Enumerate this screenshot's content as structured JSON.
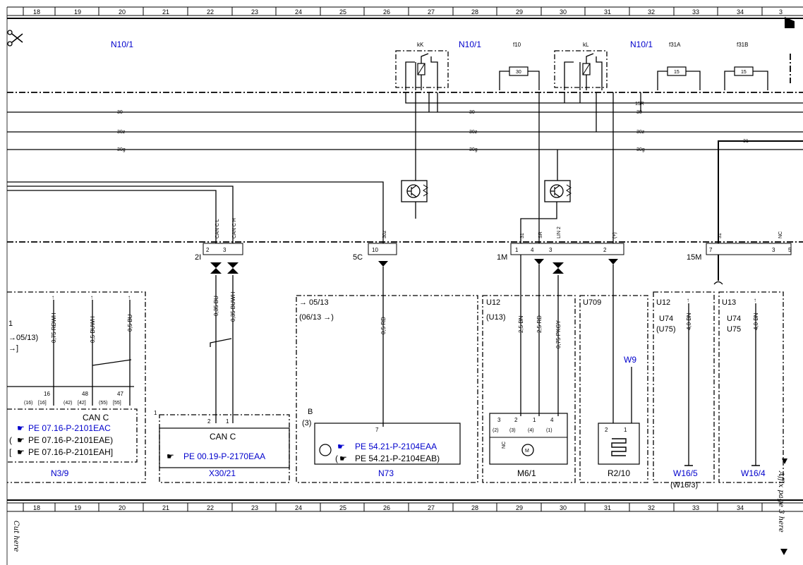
{
  "grid": {
    "top": [
      "18",
      "19",
      "20",
      "21",
      "22",
      "23",
      "24",
      "25",
      "26",
      "27",
      "28",
      "29",
      "30",
      "31",
      "32",
      "33",
      "34",
      "3"
    ],
    "bottom": [
      "18",
      "19",
      "20",
      "21",
      "22",
      "23",
      "24",
      "25",
      "26",
      "27",
      "28",
      "29",
      "30",
      "31",
      "32",
      "33",
      "34"
    ]
  },
  "top_components": {
    "n10_1_labels": [
      "N10/1",
      "N10/1",
      "N10/1"
    ],
    "relay_kK": "kK",
    "relay_kL": "kL",
    "fuse_f10": "f10",
    "fuse_f10_value": "30",
    "fuse_f31A": "f31A",
    "fuse_f31A_value": "15",
    "fuse_f31B": "f31B",
    "fuse_f31B_value": "15"
  },
  "bus_lines": {
    "r15": "15R",
    "t30": "30",
    "t30z": "30z",
    "t30g": "30g",
    "t31": "31"
  },
  "connectors": {
    "c2I": "2I",
    "c5C": "5C",
    "c1M": "1M",
    "c15M": "15M",
    "pin_tags": [
      "CAN C L",
      "CAN C H",
      "30z",
      "31",
      "SR",
      "LIN 2",
      "(+)",
      "31",
      "NC"
    ],
    "pins_2I": [
      "2",
      "3"
    ],
    "pins_5C": [
      "10"
    ],
    "pins_1M": [
      "1",
      "4",
      "3",
      "2"
    ],
    "pins_15M": [
      "7",
      "3",
      "5"
    ]
  },
  "wires": {
    "w_075_rdwh": "0,75 RDWH",
    "w_05_buwh": "0,5 BUWH",
    "w_05_bu": "0,5 BU",
    "w_035_bu": "0,35 BU",
    "w_035_buwh": "0,35 BUWH",
    "w_05_rd": "0,5 RD",
    "w_25_bn": "2,5 BN",
    "w_25_rd": "2,5 RD",
    "w_075_pkgy": "0,75 PKGY",
    "w_40_bn_a": "4,0 BN",
    "w_40_bn_b": "4,0 BN"
  },
  "modules": {
    "n3_9": {
      "name": "N3/9",
      "bus": "CAN C",
      "side": [
        "1",
        "→05/13)",
        "→]"
      ],
      "pins": [
        "16",
        "48",
        "47"
      ],
      "pin_alts": [
        "(16)",
        "[16]",
        "(42)",
        "[42]",
        "(55)",
        "[55]"
      ],
      "refs": [
        "PE 07.16-P-2101EAC",
        "PE 07.16-P-2101EAE)",
        "PE 07.16-P-2101EAH]"
      ],
      "ref_prefix": [
        "",
        "(",
        "["
      ]
    },
    "x30_21": {
      "name": "X30/21",
      "bus": "CAN C",
      "side": "1",
      "pins": [
        "2",
        "1"
      ],
      "ref": "PE 00.19-P-2170EAA"
    },
    "n73": {
      "name": "N73",
      "variant": "→ 05/13",
      "variant2": "(06/13 →)",
      "side": [
        "B",
        "(3)"
      ],
      "pin": "7",
      "refs": [
        "PE 54.21-P-2104EAA",
        "PE 54.21-P-2104EAB)"
      ],
      "ref_prefix": [
        "",
        "("
      ]
    },
    "m6_1": {
      "name": "M6/1",
      "variant": "U12",
      "variant2": "(U13)",
      "pins": [
        "3",
        "2",
        "1",
        "4"
      ],
      "pin_alts": [
        "(2)",
        "(3)",
        "(4)",
        "(1)"
      ],
      "nc": "NC"
    },
    "r2_10": {
      "name": "R2/10",
      "variant": "U709",
      "ground": "W9",
      "pins": [
        "2",
        "1"
      ]
    },
    "w16_5": {
      "name": "W16/5",
      "alt": "(W16/3)",
      "variants": [
        "U12",
        "U74",
        "(U75)"
      ]
    },
    "w16_4": {
      "name": "W16/4",
      "variants": [
        "U13",
        "U74",
        "U75"
      ]
    }
  },
  "side_text": {
    "cut_here": "Cut here",
    "affix": "Affix page 3 here"
  }
}
